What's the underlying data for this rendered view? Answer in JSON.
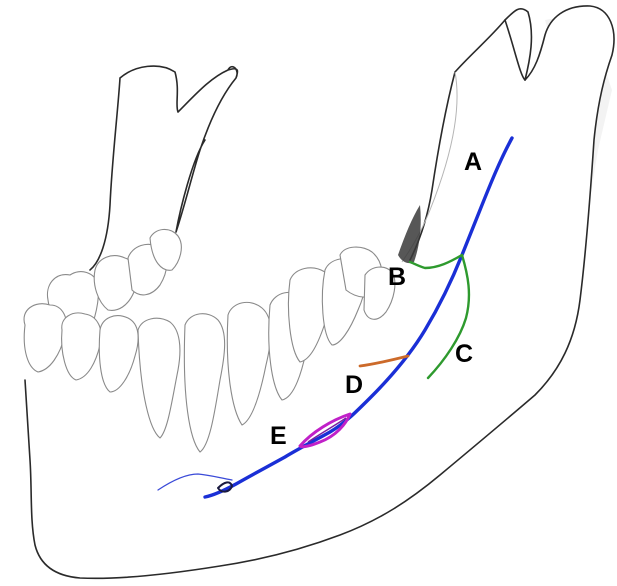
{
  "diagram": {
    "labels": {
      "a": "A",
      "b": "B",
      "c": "C",
      "d": "D",
      "e": "E"
    },
    "colors": {
      "nerve_main": "#1a2fd6",
      "nerve_branch_b": "#2e9a2e",
      "nerve_branch_c": "#2e9a2e",
      "branch_d": "#cc6a2a",
      "lesion_e": "#c020c8",
      "outline": "#2a2a2a"
    }
  }
}
